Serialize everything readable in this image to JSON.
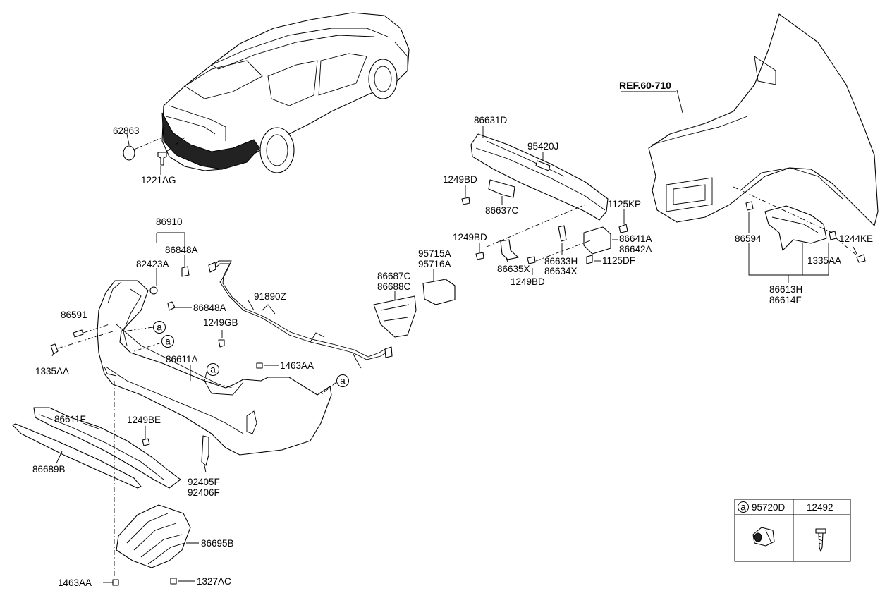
{
  "ref_label": "REF.60-710",
  "labels": {
    "p62863": "62863",
    "p1221AG": "1221AG",
    "p86910": "86910",
    "p86848A_1": "86848A",
    "p82423A": "82423A",
    "p86848A_2": "86848A",
    "p86591": "86591",
    "p1335AA_1": "1335AA",
    "p91890Z": "91890Z",
    "p1249GB": "1249GB",
    "p86611A": "86611A",
    "p1463AA_1": "1463AA",
    "p86611F": "86611F",
    "p1249BE": "1249BE",
    "p86689B": "86689B",
    "p92405F": "92405F",
    "p92406F": "92406F",
    "p86695B": "86695B",
    "p1463AA_2": "1463AA",
    "p1327AC": "1327AC",
    "p86631D": "86631D",
    "p95420J": "95420J",
    "p1249BD_1": "1249BD",
    "p86637C": "86637C",
    "p1125KP": "1125KP",
    "p1249BD_2": "1249BD",
    "p86641A": "86641A",
    "p86642A": "86642A",
    "p86633H": "86633H",
    "p86634X": "86634X",
    "p86635X": "86635X",
    "p1125DF": "1125DF",
    "p1249BD_3": "1249BD",
    "p95715A": "95715A",
    "p95716A": "95716A",
    "p86687C": "86687C",
    "p86688C": "86688C",
    "p86594": "86594",
    "p1244KE": "1244KE",
    "p1335AA_2": "1335AA",
    "p86613H": "86613H",
    "p86614F": "86614F"
  },
  "callout_letter": "a",
  "legend": {
    "letter": "a",
    "col1": "95720D",
    "col2": "12492"
  }
}
